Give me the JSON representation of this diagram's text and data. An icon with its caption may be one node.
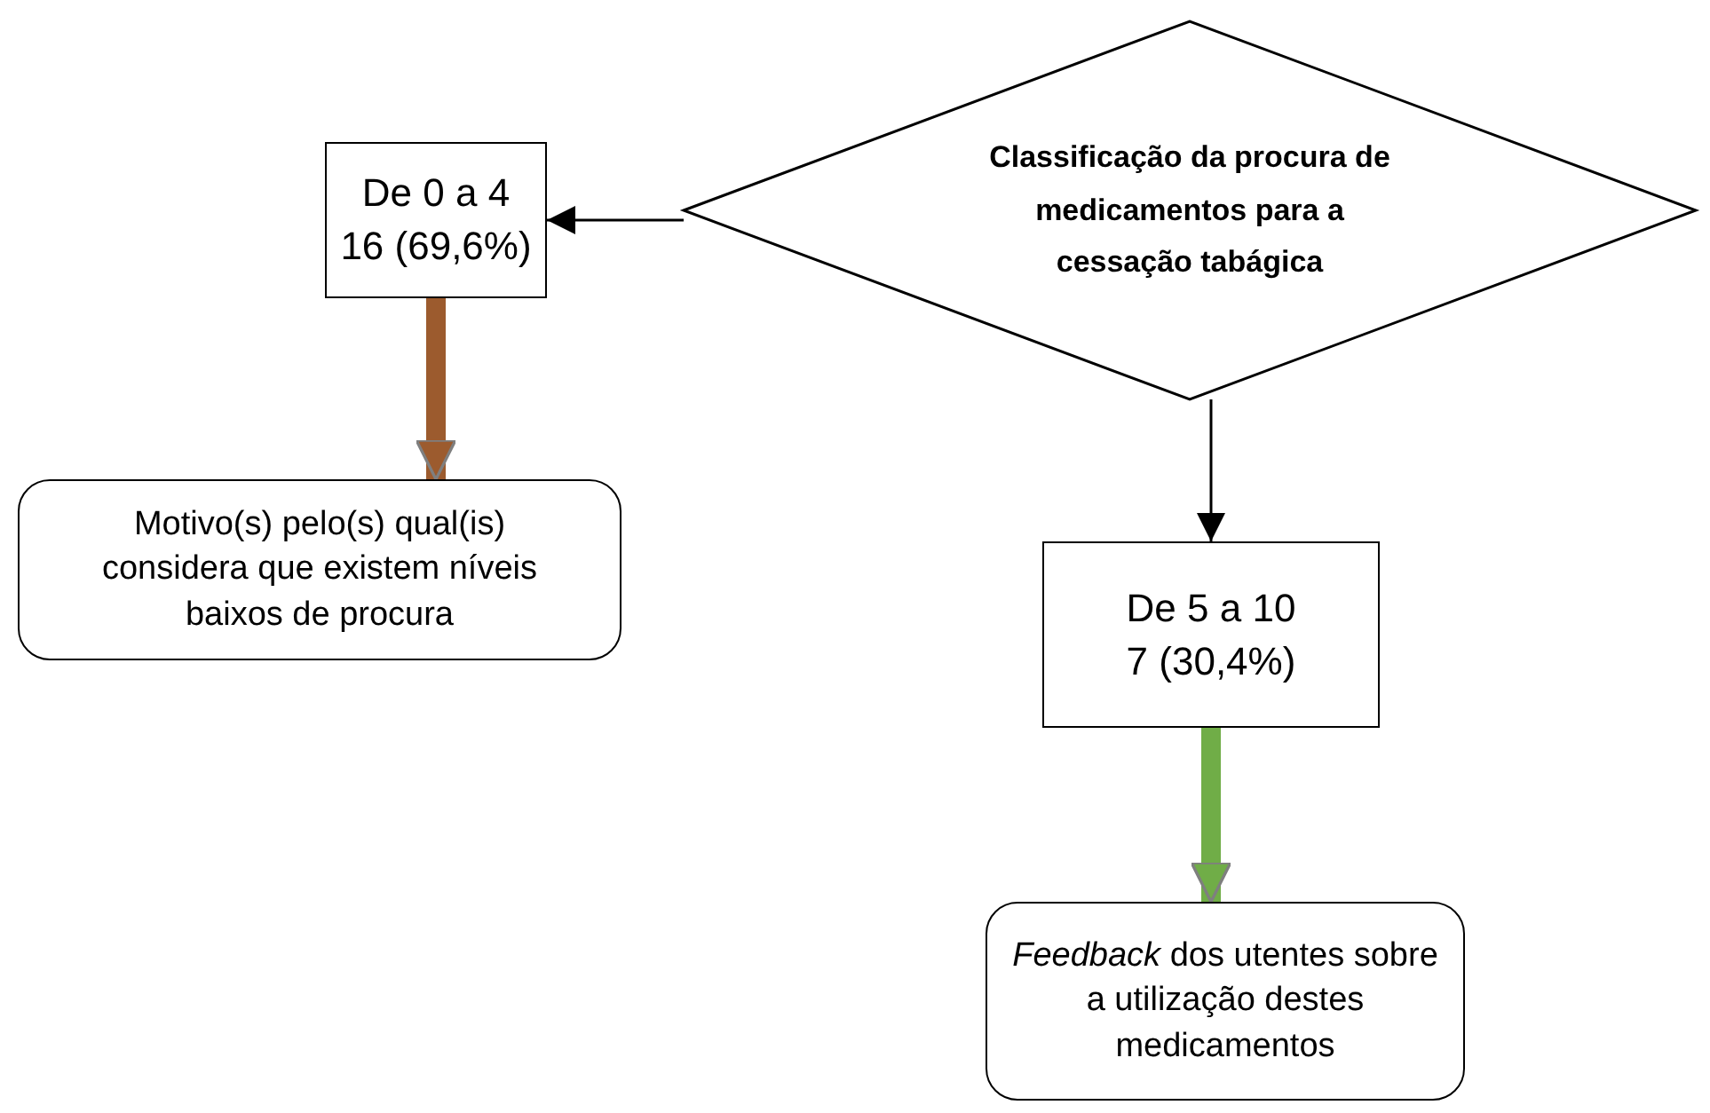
{
  "diagram": {
    "nodes": [
      {
        "text": [
          "Classificação da procura de medicamentos para a cessação tabágica"
        ]
      },
      {
        "text": [
          "De 0 a 4",
          "16 (69,6%)"
        ]
      },
      {
        "text": [
          "Motivo(s) pelo(s) qual(is) considera que existem níveis baixos de procura"
        ]
      },
      {
        "text": [
          "De 5 a 10",
          "7 (30,4%)"
        ]
      },
      {
        "text": [
          "*Feedback* dos utentes sobre a utilização destes medicamentos"
        ]
      }
    ],
    "edges": [
      {
        "from": 0,
        "to": 1,
        "arrow": "to"
      },
      {
        "from": 1,
        "to": 2,
        "arrow": "to",
        "style": "thick",
        "color": "#9c5b2e"
      },
      {
        "from": 0,
        "to": 3,
        "arrow": "to"
      },
      {
        "from": 3,
        "to": 4,
        "arrow": "to",
        "style": "thick",
        "color": "#70ad47"
      }
    ]
  }
}
